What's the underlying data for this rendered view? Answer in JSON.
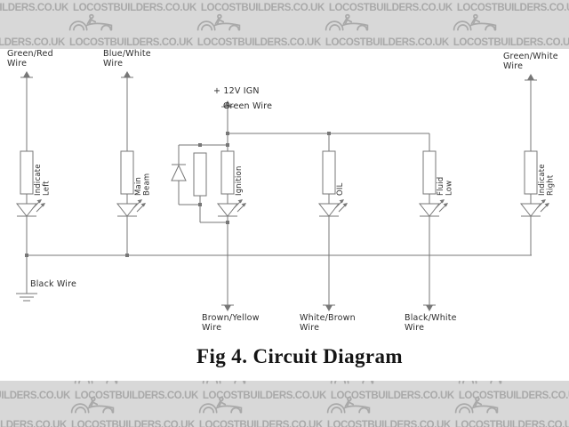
{
  "watermark": {
    "text": "LOCOSTBUILDERS.CO.UK",
    "logo_icon": "locost-car-logo"
  },
  "diagram": {
    "supply_label": "+ 12V IGN",
    "supply_wire": "Green Wire",
    "top_wires": [
      {
        "label": "Green/Red\nWire"
      },
      {
        "label": "Blue/White\nWire"
      },
      {
        "label": "Green/White\nWire"
      }
    ],
    "components": [
      {
        "label": "Indicate\nLeft",
        "symbol": "lamp-resistor + LED"
      },
      {
        "label": "Main\nBeam",
        "symbol": "lamp-resistor + LED"
      },
      {
        "label": "Ignition",
        "symbol": "lamp-resistor + LED + parallel diode/resistor"
      },
      {
        "label": "OIL",
        "symbol": "lamp-resistor + LED"
      },
      {
        "label": "Fluid\nLow",
        "symbol": "lamp-resistor + LED"
      },
      {
        "label": "Indicate\nRight",
        "symbol": "lamp-resistor + LED"
      }
    ],
    "ground_wire": "Black Wire",
    "bottom_wires": [
      {
        "label": "Brown/Yellow\nWire"
      },
      {
        "label": "White/Brown\nWire"
      },
      {
        "label": "Black/White\nWire"
      }
    ],
    "caption": "Fig 4. Circuit Diagram"
  },
  "colors": {
    "banner_bg": "#d8d8d8",
    "banner_text": "#a9a9a9",
    "schematic_line": "#777777",
    "schematic_label": "#2c2c2c",
    "caption_text": "#151515",
    "paper": "#ffffff"
  }
}
